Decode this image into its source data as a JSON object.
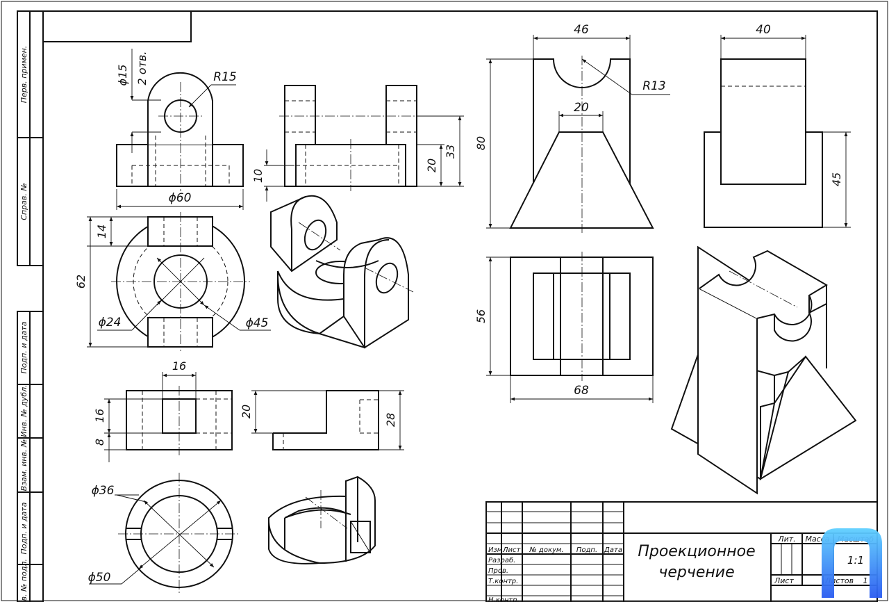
{
  "sidebar": {
    "labels": [
      "Перв. примен.",
      "Справ. №",
      "Подп. и дата",
      "Инв. № дубл.",
      "Взам. инв. №",
      "Подп. и дата",
      "Инв. № подл."
    ]
  },
  "dims": {
    "d15": "ϕ15",
    "holes": "2 отв.",
    "r15": "R15",
    "d60": "ϕ60",
    "d10": "10",
    "d20a": "20",
    "d33": "33",
    "d14": "14",
    "d62": "62",
    "d24": "ϕ24",
    "d45": "ϕ45",
    "d16top": "16",
    "d16": "16",
    "d8": "8",
    "d20b": "20",
    "d28": "28",
    "d36": "ϕ36",
    "d50": "ϕ50",
    "d46": "46",
    "r13": "R13",
    "d20c": "20",
    "d80": "80",
    "d40": "40",
    "d45b": "45",
    "d56": "56",
    "d68": "68"
  },
  "title_block": {
    "col_izm": "Изм.",
    "col_list": "Лист",
    "col_doc": "№ докум.",
    "col_sign": "Подп.",
    "col_date": "Дата",
    "row_develop": "Разраб.",
    "row_check": "Пров.",
    "row_tcontrol": "Т.контр.",
    "row_ncontrol": "Н.контр.",
    "title_line1": "Проекционное",
    "title_line2": "черчение",
    "lit": "Лит.",
    "mass": "Масса",
    "scale": "Масштаб",
    "scale_value": "1:1",
    "sheet": "Лист",
    "sheets": "Листов",
    "sheets_value": "1"
  },
  "colors": {
    "logo_gradient_start": "#5fd0ff",
    "logo_gradient_end": "#2a5bf0"
  },
  "icons": {
    "logo": "brand-logo-icon"
  }
}
